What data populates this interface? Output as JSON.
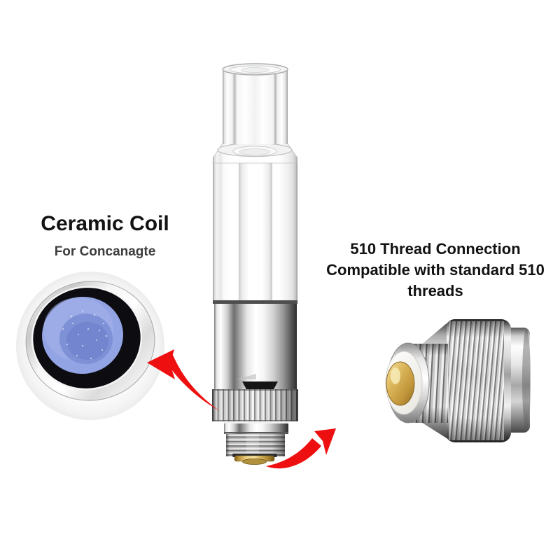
{
  "colors": {
    "background": "#ffffff",
    "accent-red": "#ee1010",
    "ceramic-blue": "#93a4e4",
    "ceramic-blue-deep": "#7e90d6",
    "gold": "#c99e44",
    "text-primary": "#121212",
    "text-secondary": "#3d3d3d"
  },
  "annotations": {
    "coil": {
      "title": "Ceramic Coil",
      "subtitle": "For Concanagte"
    },
    "thread": {
      "lines": [
        "510 Thread Connection",
        "Compatible with standard 510 threads"
      ]
    }
  },
  "figures": {
    "cartridge": "glass-510-vape-cartridge",
    "coil_closeup": "ceramic-coil-top-view",
    "connector_closeup": "510-thread-connector",
    "arrow_left": "curved-arrow-to-coil",
    "arrow_right": "curved-arrow-to-connector"
  }
}
